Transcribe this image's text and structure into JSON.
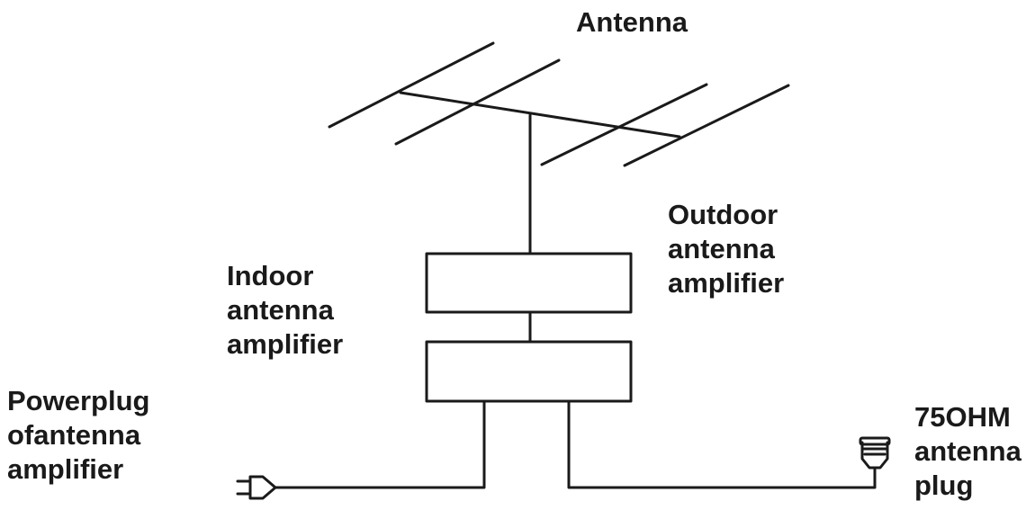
{
  "labels": {
    "antenna": "Antenna",
    "outdoor_amplifier": [
      "Outdoor",
      "antenna",
      "amplifier"
    ],
    "indoor_amplifier": [
      "Indoor",
      "antenna",
      "amplifier"
    ],
    "power_plug": [
      "Powerplug",
      "ofantenna",
      "amplifier"
    ],
    "antenna_plug": [
      "75OHM",
      "antenna",
      "plug"
    ]
  },
  "colors": {
    "line": "#1a1a1a",
    "background": "#ffffff"
  }
}
